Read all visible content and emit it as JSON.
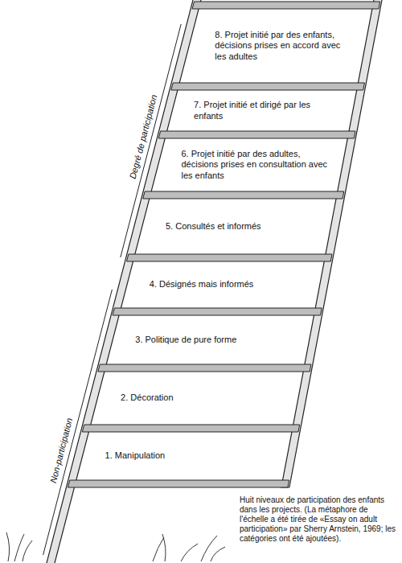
{
  "diagram": {
    "caption": "Huit niveaux de participation des enfants dans les projects. (La métaphore de l'échelle a été tirée de «Essay on adult participation» par Sherry Arnstein, 1969; les catégories ont été ajoutées).",
    "nodes": [
      {
        "text": [
          "8. Projet initié par des enfants, décisions prises en accord avec les adultes"
        ]
      },
      {
        "text": [
          "7. Projet initié et dirigé par les enfants"
        ]
      },
      {
        "text": [
          "6. Projet initié par des adultes, décisions prises en consultation avec les enfants"
        ]
      },
      {
        "text": [
          "5. Consultés et informés"
        ]
      },
      {
        "text": [
          "4. Désignés mais informés"
        ]
      },
      {
        "text": [
          "3. Politique de pure forme"
        ]
      },
      {
        "text": [
          "2. Décoration"
        ]
      },
      {
        "text": [
          "1. Manipulation"
        ]
      }
    ],
    "labels": [
      "Degré de participation",
      "Non-participation"
    ]
  }
}
